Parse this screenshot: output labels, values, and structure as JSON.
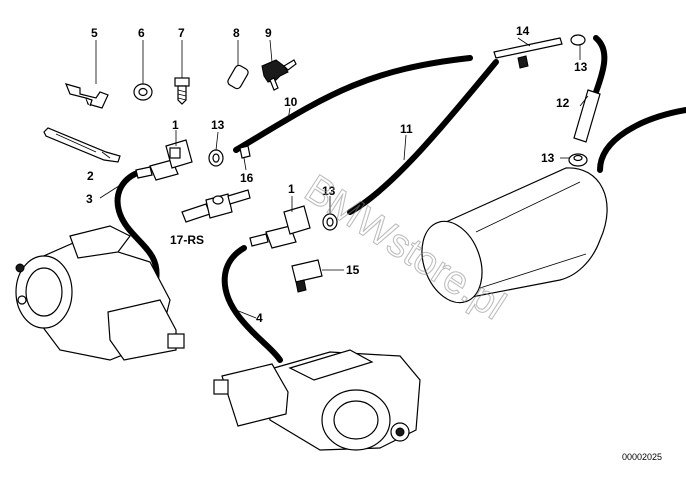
{
  "diagram": {
    "watermark": "BMWstore.pl",
    "doc_number": "00002025",
    "callouts": {
      "c1a": "1",
      "c1b": "1",
      "c2": "2",
      "c3": "3",
      "c4": "4",
      "c5": "5",
      "c6": "6",
      "c7": "7",
      "c8": "8",
      "c9": "9",
      "c10": "10",
      "c11": "11",
      "c12": "12",
      "c13a": "13",
      "c13b": "13",
      "c13c": "13",
      "c13d": "13",
      "c14": "14",
      "c15": "15",
      "c16": "16",
      "c17": "17-RS"
    }
  }
}
